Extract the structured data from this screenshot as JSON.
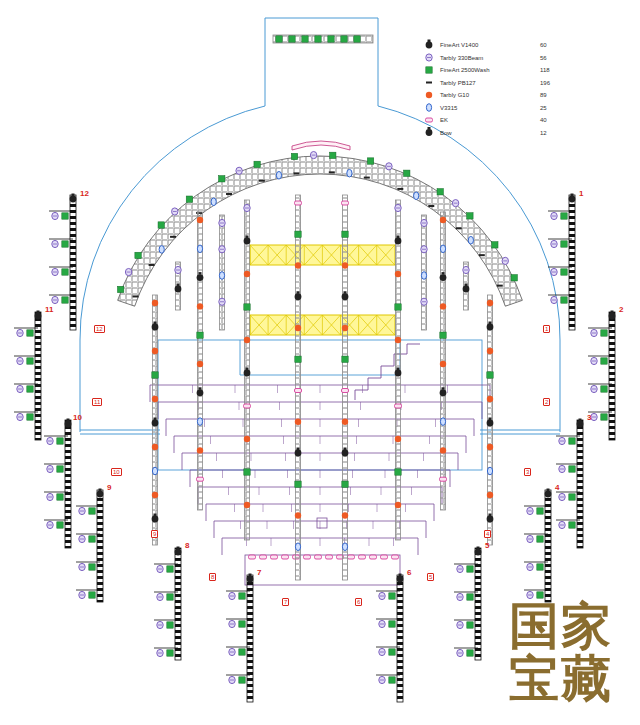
{
  "diagram": {
    "labels": [
      "1",
      "2",
      "3",
      "4",
      "5",
      "6",
      "7",
      "8",
      "9",
      "10",
      "11",
      "12",
      "1",
      "2",
      "3",
      "4",
      "5",
      "6",
      "7",
      "8",
      "9",
      "10",
      "11",
      "12",
      "60",
      "56",
      "118",
      "196",
      "89",
      "25",
      "40",
      "12",
      "国家宝藏"
    ],
    "legend": [
      {
        "text": "FineArt V1400"
      },
      {
        "text": "Tarbly 330Beam"
      },
      {
        "text": "FineArt 2500Wash"
      },
      {
        "text": "Tarbly PB127"
      },
      {
        "text": "Tarbly G10"
      },
      {
        "text": "V3315"
      },
      {
        "text": "EK"
      },
      {
        "text": "Bow"
      }
    ]
  }
}
